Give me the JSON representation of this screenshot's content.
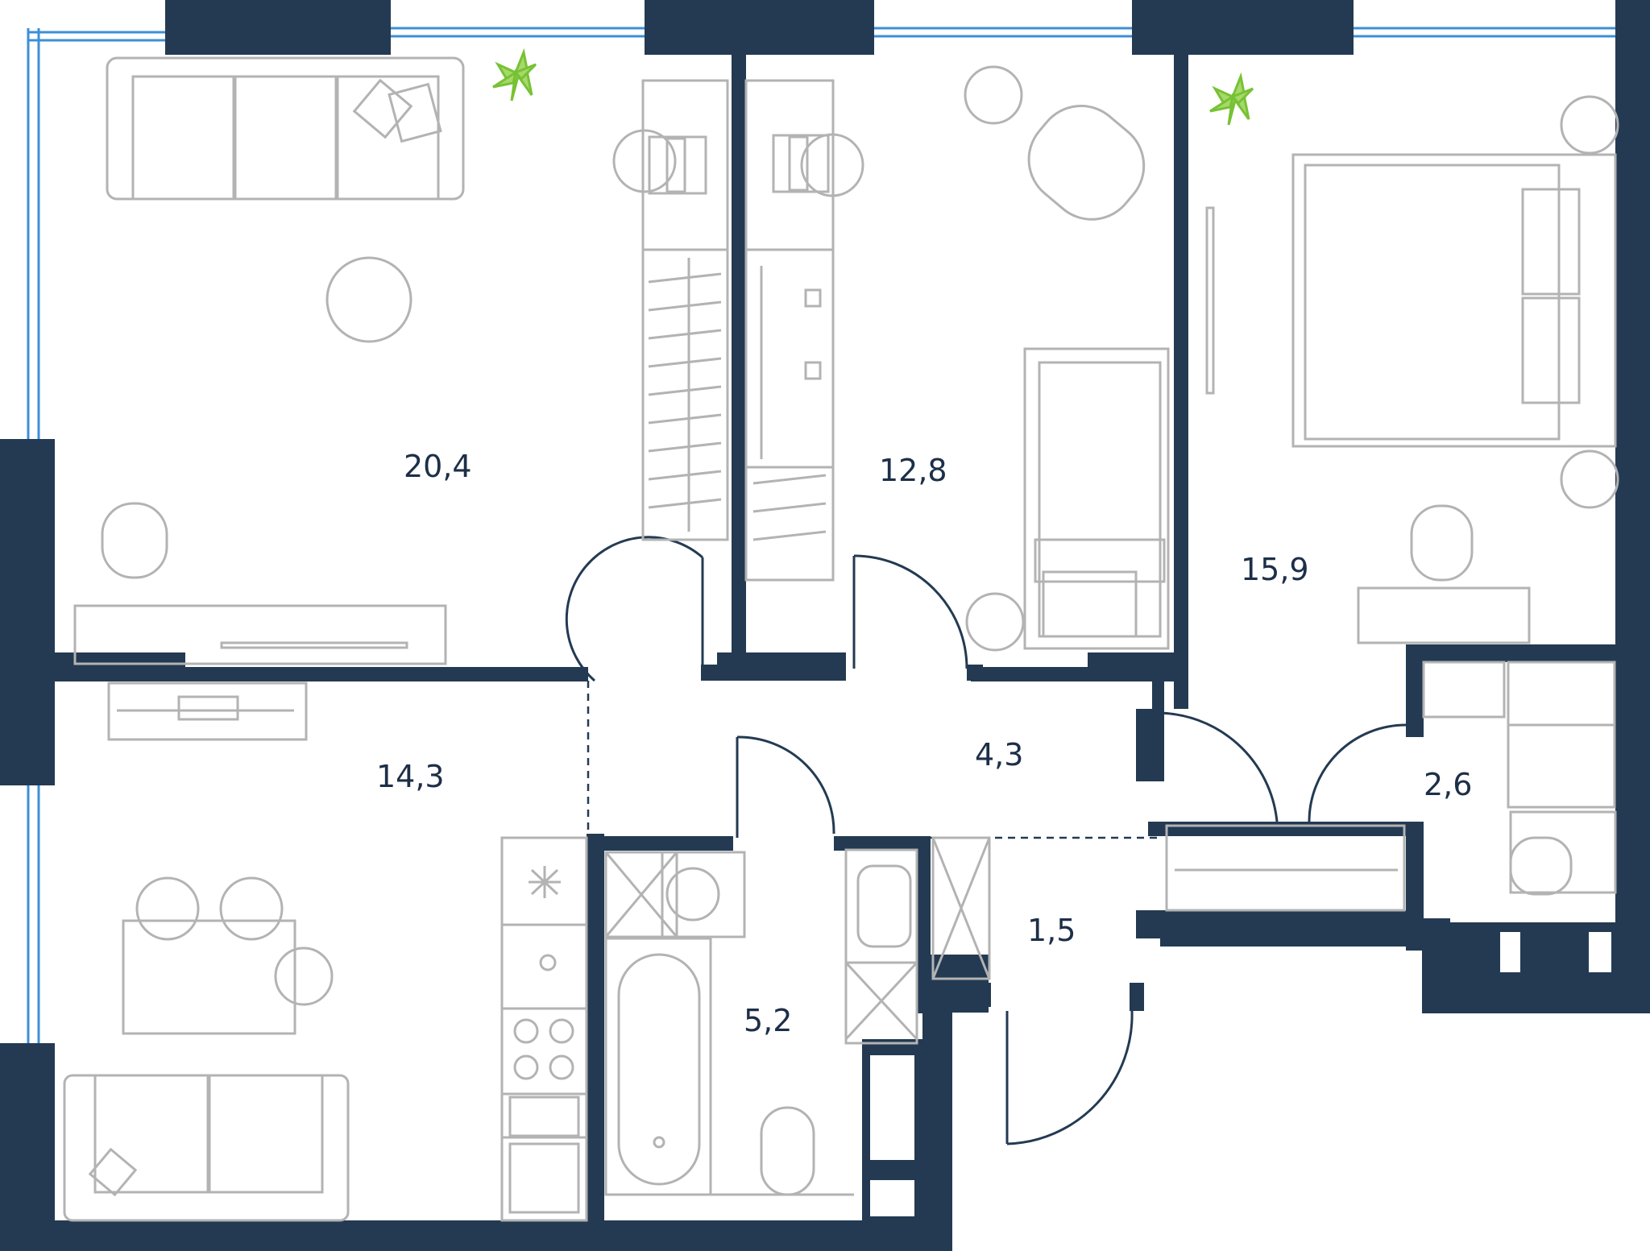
{
  "plan": {
    "colors": {
      "wall": "#233a52",
      "furniture": "#b3b3b3",
      "window": "#3d8fd8",
      "plant": "#77c234",
      "label": "#1d2f48"
    },
    "rooms": [
      {
        "id": "living-room",
        "area": "20,4"
      },
      {
        "id": "bedroom-small",
        "area": "12,8"
      },
      {
        "id": "bedroom-master",
        "area": "15,9"
      },
      {
        "id": "kitchen",
        "area": "14,3"
      },
      {
        "id": "hallway",
        "area": "4,3"
      },
      {
        "id": "bathroom",
        "area": "5,2"
      },
      {
        "id": "entry",
        "area": "1,5"
      },
      {
        "id": "wc",
        "area": "2,6"
      }
    ]
  }
}
